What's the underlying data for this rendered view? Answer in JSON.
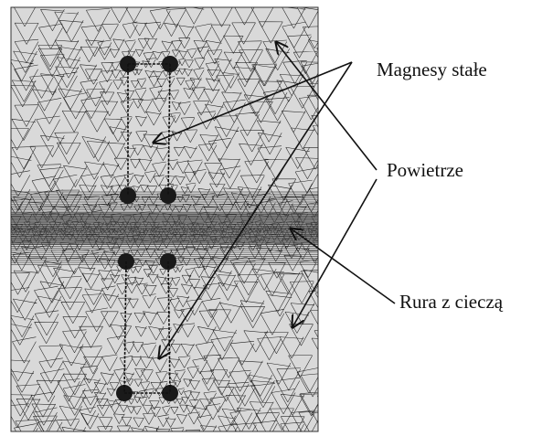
{
  "labels": {
    "magnets": "Magnesy stałe",
    "air": "Powietrze",
    "pipe": "Rura z cieczą"
  },
  "colors": {
    "background": "#d9d9d9",
    "mesh": "#222222",
    "arrow": "#111111"
  }
}
